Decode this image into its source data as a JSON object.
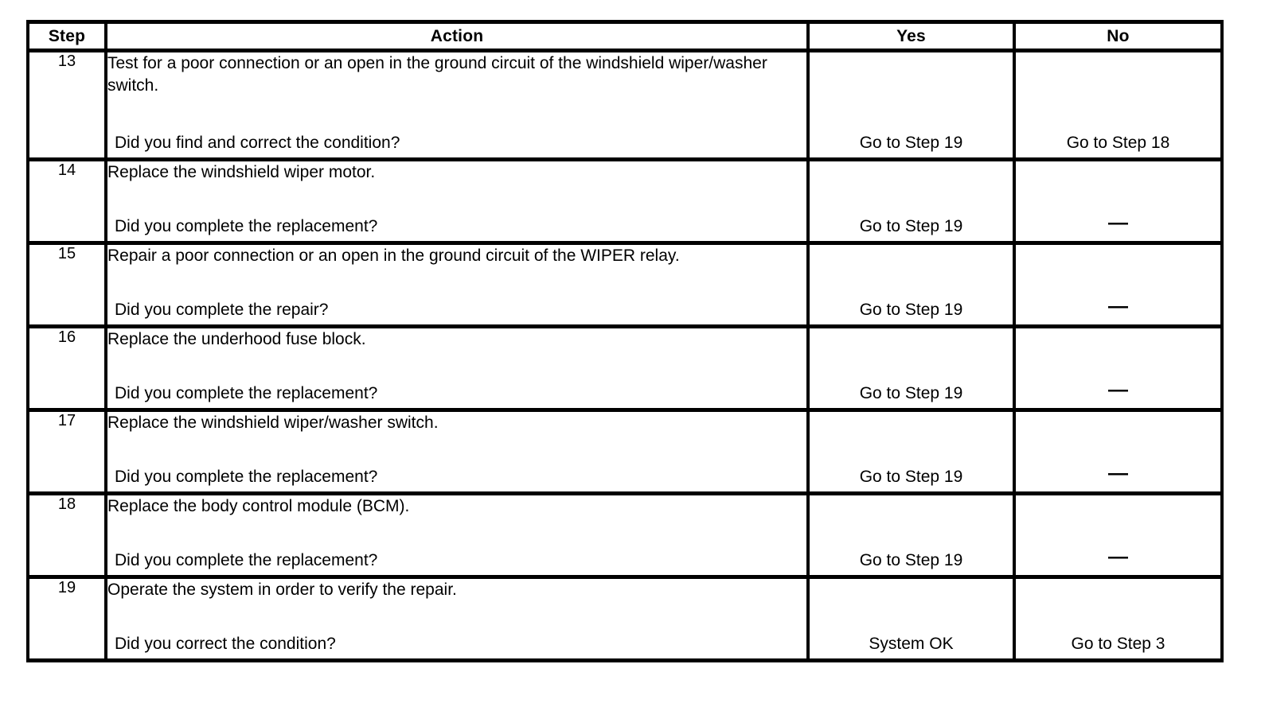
{
  "table": {
    "columns": [
      {
        "key": "step",
        "label": "Step"
      },
      {
        "key": "action",
        "label": "Action"
      },
      {
        "key": "yes",
        "label": "Yes"
      },
      {
        "key": "no",
        "label": "No"
      }
    ],
    "rows": [
      {
        "step": "13",
        "action_body": "Test for a poor connection or an open in the ground circuit of the windshield wiper/washer switch.",
        "action_question": "Did you find and correct the condition?",
        "yes": "Go to Step 19",
        "no": "Go to Step 18"
      },
      {
        "step": "14",
        "action_body": "Replace the windshield wiper motor.",
        "action_question": "Did you complete the replacement?",
        "yes": "Go to Step 19",
        "no": "—"
      },
      {
        "step": "15",
        "action_body": "Repair a poor connection or an open in the ground circuit of the WIPER relay.",
        "action_question": "Did you complete the repair?",
        "yes": "Go to Step 19",
        "no": "—"
      },
      {
        "step": "16",
        "action_body": "Replace the underhood fuse block.",
        "action_question": "Did you complete the replacement?",
        "yes": "Go to Step 19",
        "no": "—"
      },
      {
        "step": "17",
        "action_body": "Replace the windshield wiper/washer switch.",
        "action_question": "Did you complete the replacement?",
        "yes": "Go to Step 19",
        "no": "—"
      },
      {
        "step": "18",
        "action_body": "Replace the body control module (BCM).",
        "action_question": "Did you complete the replacement?",
        "yes": "Go to Step 19",
        "no": "—"
      },
      {
        "step": "19",
        "action_body": "Operate the system in order to verify the repair.",
        "action_question": "Did you correct the condition?",
        "yes": "System OK",
        "no": "Go to Step 3"
      }
    ]
  },
  "colors": {
    "border": "#000000",
    "background": "#ffffff",
    "text": "#000000"
  }
}
